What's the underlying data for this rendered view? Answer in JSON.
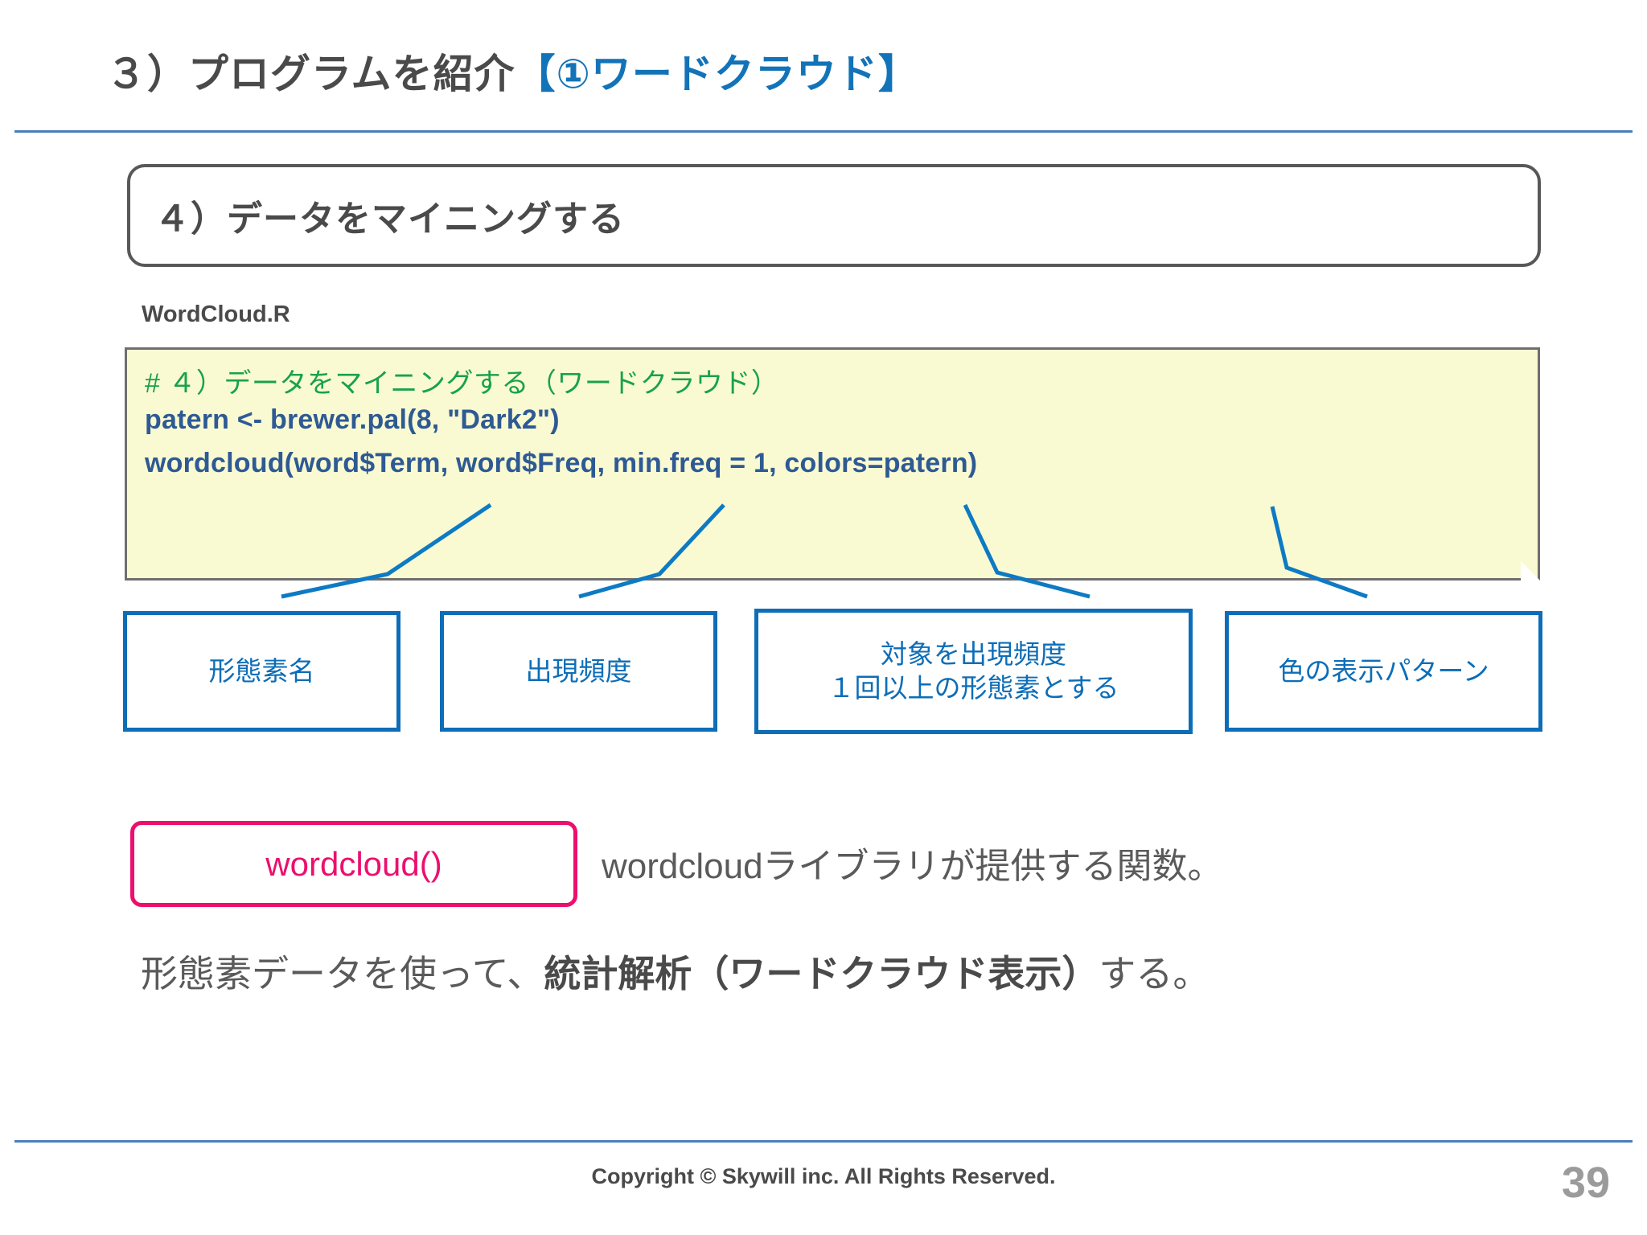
{
  "slide": {
    "title_dark": "３）プログラムを紹介",
    "title_blue": "【①ワードクラウド】",
    "section_heading": "４）データをマイニングする",
    "file_name": "WordCloud.R"
  },
  "code": {
    "comment": "#  ４）データをマイニングする（ワードクラウド）",
    "line2": "patern <- brewer.pal(8, \"Dark2\")",
    "line3": "wordcloud(word$Term, word$Freq, min.freq = 1, colors=patern)"
  },
  "callouts": [
    {
      "id": "callout-1",
      "text": "形態素名"
    },
    {
      "id": "callout-2",
      "text": "出現頻度"
    },
    {
      "id": "callout-3",
      "line1": "対象を出現頻度",
      "line2": "１回以上の形態素とする"
    },
    {
      "id": "callout-4",
      "text": "色の表示パターン"
    }
  ],
  "function_note": {
    "pill_label": "wordcloud()",
    "description": "wordcloudライブラリが提供する関数。"
  },
  "summary": {
    "prefix": "形態素データを使って、",
    "bold": "統計解析（ワードクラウド表示）",
    "suffix": "する。"
  },
  "footer": {
    "copyright": "Copyright © Skywill inc. All Rights Reserved.",
    "page_number": "39"
  },
  "colors": {
    "accent_blue": "#0D6DB7",
    "title_blue": "#1273B8",
    "rule_blue": "#4A7EBB",
    "code_bg": "#FAFAD2",
    "code_text": "#2E5A94",
    "comment_green": "#18A24A",
    "pink": "#EC0F6E",
    "gray_text": "#595959"
  }
}
